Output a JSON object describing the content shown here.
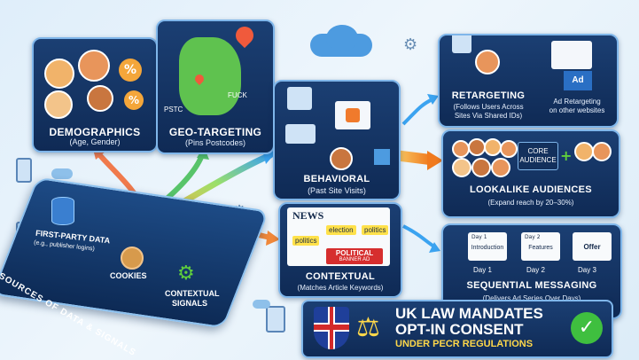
{
  "panels": {
    "demographics": {
      "title": "DEMOGRAPHICS",
      "sub": "(Age, Gender)"
    },
    "geo": {
      "title": "GEO-TARGETING",
      "sub": "(Pins Postcodes)",
      "map_labels": [
        "PSTC",
        "FUCK"
      ]
    },
    "behavioral": {
      "title": "BEHAVIORAL",
      "sub": "(Past Site Visits)"
    },
    "contextual": {
      "title": "CONTEXTUAL",
      "sub": "(Matches Article Keywords)",
      "news": "NEWS",
      "kw1": "election",
      "kw2": "politics",
      "kw3": "politics",
      "banner_line1": "POLITICAL",
      "banner_line2": "BANNER AD"
    },
    "retargeting": {
      "title": "RETARGETING",
      "sub_lines": [
        "(Follows Users Across",
        "Sites Via Shared IDs)"
      ],
      "side_lines": [
        "Ad Retargeting",
        "on other websites"
      ],
      "ad_label": "Ad"
    },
    "lookalike": {
      "title": "LOOKALIKE AUDIENCES",
      "sub": "(Expand reach by 20–30%)",
      "core_lines": [
        "CORE",
        "AUDIENCE"
      ]
    },
    "sequential": {
      "title": "SEQUENTIAL MESSAGING",
      "sub": "(Delivers Ad Series Over Days)",
      "cards": [
        {
          "top": "Day 1",
          "label": "Introduction"
        },
        {
          "top": "Day 2",
          "label": "Features"
        },
        {
          "top": "",
          "label": "Offer"
        }
      ],
      "days": [
        "Day 1",
        "Day 2",
        "Day 3"
      ]
    }
  },
  "sources": {
    "first_party": "FIRST-PARTY DATA",
    "first_party_sub": "(e.g., publisher logins)",
    "cookies": "COOKIES",
    "contextual_signals_lines": [
      "CONTEXTUAL",
      "SIGNALS"
    ],
    "diagonal_label": "SOURCES OF DATA & SIGNALS"
  },
  "law": {
    "line1": "UK LAW MANDATES",
    "line2": "OPT-IN CONSENT",
    "line3": "UNDER PECR REGULATIONS"
  },
  "colors": {
    "panel": "#173a6c",
    "orange": "#f08a24",
    "green": "#5fcf3c",
    "blue_arrow": "#3ba3f0",
    "law_yellow": "#ffd84a"
  }
}
